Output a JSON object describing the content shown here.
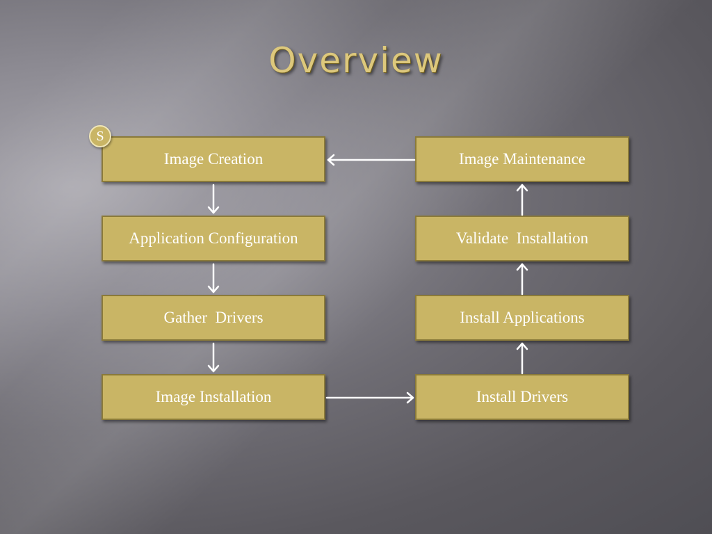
{
  "title": "Overview",
  "start_badge": "S",
  "steps": {
    "image_creation": "Image Creation",
    "application_configuration": "Application Configuration",
    "gather_drivers": "Gather  Drivers",
    "image_installation": "Image Installation",
    "install_drivers": "Install Drivers",
    "install_applications": "Install Applications",
    "validate_installation": "Validate  Installation",
    "image_maintenance": "Image Maintenance"
  },
  "colors": {
    "title": "#ddc87c",
    "box_fill": "#c9b565",
    "box_border": "#8a7a3a",
    "box_text": "#ffffff",
    "arrow": "#ffffff"
  }
}
